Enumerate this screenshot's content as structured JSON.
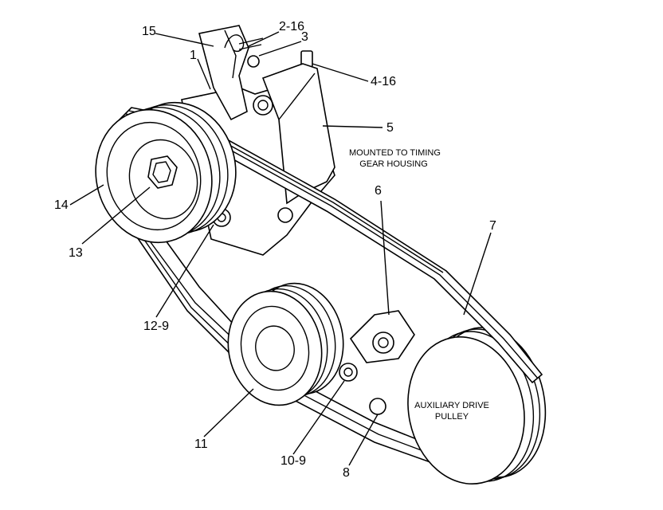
{
  "labels": {
    "l15": "15",
    "l1": "1",
    "l2": "2-16",
    "l3": "3",
    "l4": "4-16",
    "l5": "5",
    "l6": "6",
    "l7": "7",
    "l8": "8",
    "l10": "10-9",
    "l11": "11",
    "l12": "12-9",
    "l13": "13",
    "l14": "14"
  },
  "notes": {
    "mount_line1": "MOUNTED TO TIMING",
    "mount_line2": "GEAR HOUSING",
    "aux_line1": "AUXILIARY DRIVE",
    "aux_line2": "PULLEY"
  }
}
